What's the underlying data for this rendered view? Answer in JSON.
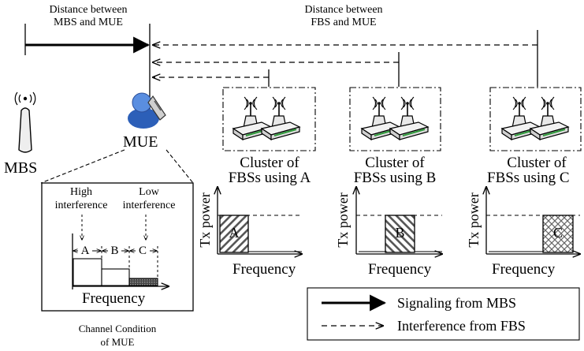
{
  "header": {
    "mbs_mue_distance": [
      "Distance between",
      "MBS and MUE"
    ],
    "fbs_mue_distance": [
      "Distance between",
      "FBS and MUE"
    ]
  },
  "nodes": {
    "mbs_label": "MBS",
    "mue_label": "MUE"
  },
  "clusters": [
    {
      "label": [
        "Cluster of",
        "FBSs using A"
      ],
      "band": "A",
      "hatch": "diagonal-down"
    },
    {
      "label": [
        "Cluster of",
        "FBSs using B"
      ],
      "band": "B",
      "hatch": "diagonal-up"
    },
    {
      "label": [
        "Cluster of",
        "FBSs using C"
      ],
      "band": "C",
      "hatch": "cross"
    }
  ],
  "tx_charts": {
    "ylabel": "Tx power",
    "xlabel": "Frequency"
  },
  "mue_channel": {
    "high": [
      "High",
      "interference"
    ],
    "low": [
      "Low",
      "interference"
    ],
    "bands": [
      "A",
      "B",
      "C"
    ],
    "xlabel": "Frequency",
    "caption": [
      "Channel Condition",
      "of MUE"
    ]
  },
  "legend": {
    "signaling": "Signaling from MBS",
    "interference": "Interference from FBS"
  },
  "colors": {
    "line": "#000000",
    "mue_person": "#3f6fc6",
    "antenna": "#e6e6e6"
  }
}
